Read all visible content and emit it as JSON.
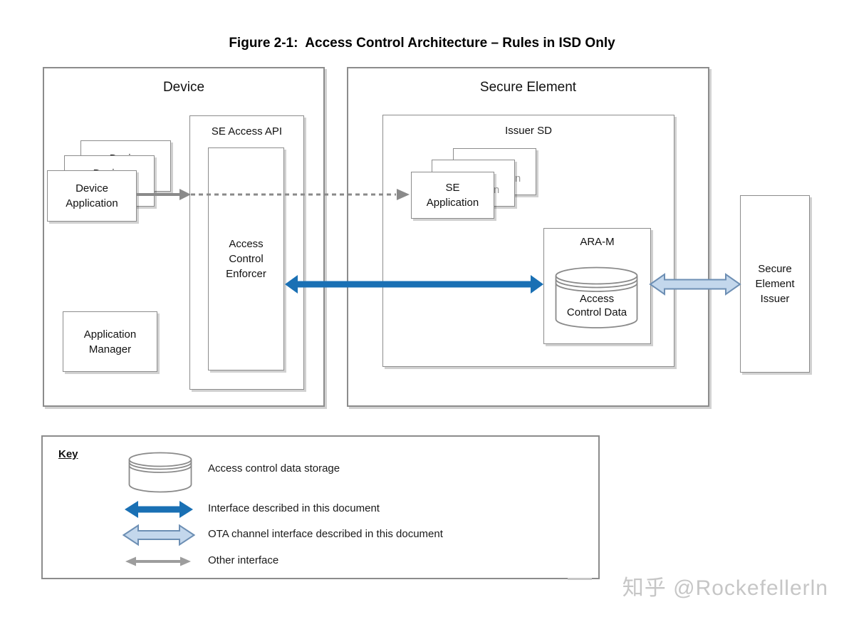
{
  "title": "Figure 2-1:  Access Control Architecture – Rules in ISD Only",
  "diagram": {
    "device": {
      "label": "Device",
      "application": "Device\nApplication",
      "se_access_api": "SE Access API",
      "enforcer": "Access\nControl\nEnforcer",
      "app_manager": "Application\nManager"
    },
    "secure_element": {
      "label": "Secure Element",
      "issuer_sd": "Issuer SD",
      "se_application": "SE\nApplication",
      "ara_m": "ARA-M",
      "access_control_data": "Access\nControl Data"
    },
    "se_issuer": "Secure\nElement\nIssuer"
  },
  "key": {
    "title": "Key",
    "items": [
      {
        "icon": "data-storage-cylinder-icon",
        "label": "Access control data storage"
      },
      {
        "icon": "interface-arrow-icon",
        "label": "Interface described in this document"
      },
      {
        "icon": "ota-interface-arrow-icon",
        "label": "OTA channel interface described in this document"
      },
      {
        "icon": "other-interface-arrow-icon",
        "label": "Other interface"
      }
    ]
  },
  "watermark": "知乎 @Rockefellerln",
  "colors": {
    "interface_blue": "#1a70b4",
    "ota_fill": "#c3d7ec",
    "ota_stroke": "#6d8fb4",
    "connector_gray": "#8a8a8a",
    "other_gray": "#9d9d9d",
    "border_gray": "#8c8c8c",
    "back_label_gray": "#9a9a9a",
    "watermark_gray": "#c6c6c6"
  }
}
